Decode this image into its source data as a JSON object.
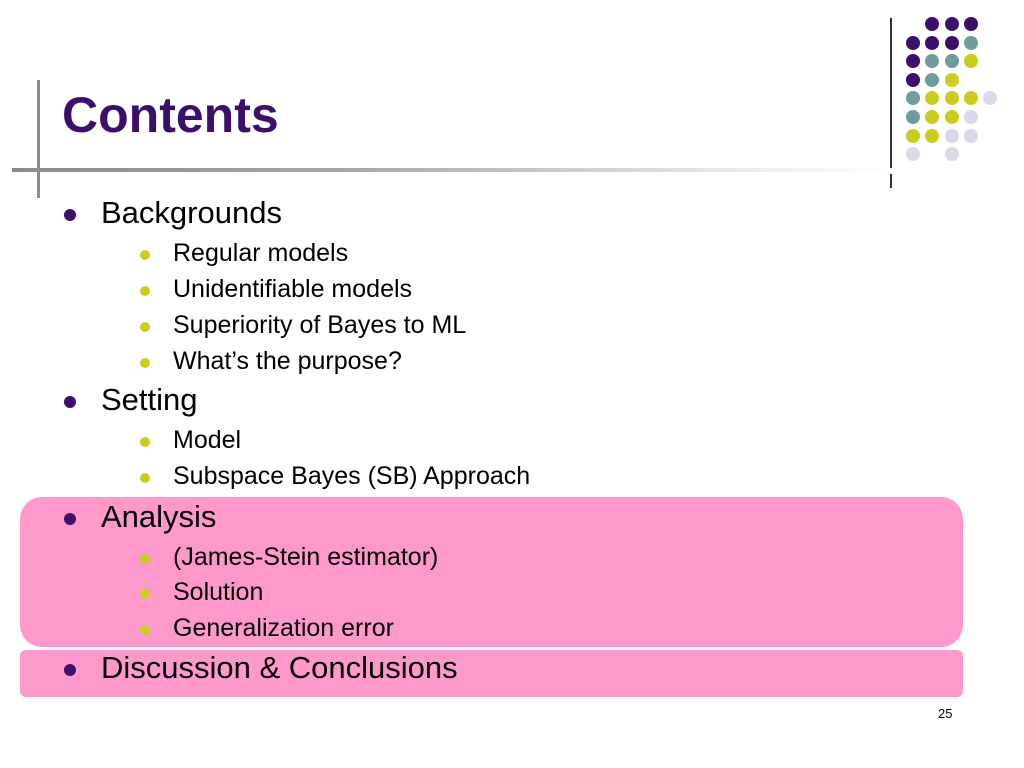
{
  "title": "Contents",
  "page_number": "25",
  "colors": {
    "title": "#3b0f6b",
    "bullet_l1": "#3b0f6b",
    "bullet_l2": "#cccc1f",
    "highlight": "#ff99cc"
  },
  "outline": [
    {
      "label": "Backgrounds",
      "children": [
        "Regular models",
        "Unidentifiable models",
        "Superiority of Bayes to ML",
        "What’s the purpose?"
      ]
    },
    {
      "label": "Setting",
      "children": [
        "Model",
        "Subspace Bayes (SB) Approach"
      ]
    },
    {
      "label": "Analysis",
      "highlighted": true,
      "children": [
        "(James-Stein estimator)",
        "Solution",
        "Generalization error"
      ]
    },
    {
      "label": "Discussion & Conclusions",
      "highlighted": true,
      "children": []
    }
  ],
  "decor_dots": {
    "palette": {
      "p": "#3b0f6b",
      "t": "#6f9c9c",
      "y": "#cccc1f",
      "l": "#d9d9ea"
    },
    "rows": [
      "_ppp__",
      "pppt__",
      "ptty__",
      "pty___",
      "tyyyl_",
      "tyyl__",
      "yyll__",
      "l_l___"
    ],
    "note": ""
  }
}
